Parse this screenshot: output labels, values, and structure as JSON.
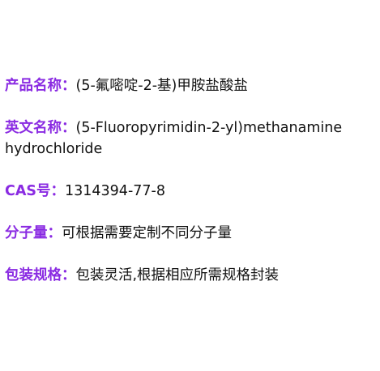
{
  "product": {
    "label": "产品名称：",
    "value": "(5-氟嘧啶-2-基)甲胺盐酸盐"
  },
  "english_name": {
    "label": "英文名称：",
    "value": "(5-Fluoropyrimidin-2-yl)methanamine hydrochloride"
  },
  "cas": {
    "label": "CAS号：",
    "value": "1314394-77-8"
  },
  "molecular_weight": {
    "label": "分子量：",
    "value": "可根据需要定制不同分子量"
  },
  "packaging": {
    "label": "包装规格：",
    "value": "包装灵活,根据相应所需规格封装"
  },
  "colors": {
    "label": "#8a2be2",
    "text": "#111111",
    "background": "#ffffff"
  }
}
